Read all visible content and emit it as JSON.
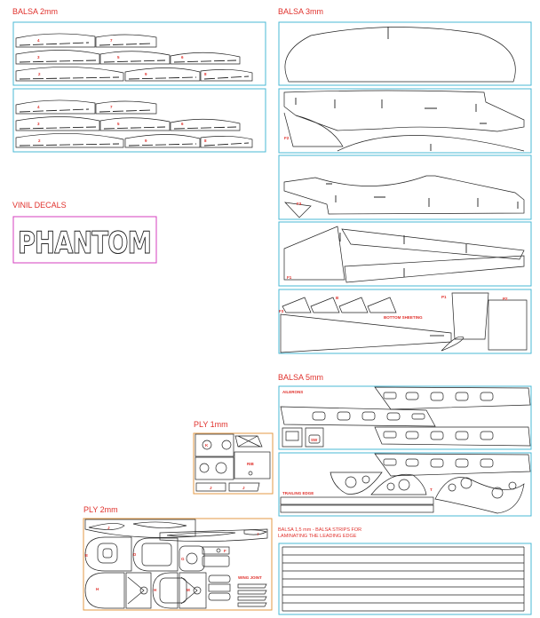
{
  "sheets": {
    "balsa_2mm": "BALSA 2mm",
    "balsa_3mm": "BALSA 3mm",
    "vinil_decals": "VINIL DECALS",
    "balsa_5mm": "BALSA 5mm",
    "ply_1mm": "PLY 1mm",
    "ply_2mm": "PLY 2mm",
    "balsa_strips_line1": "BALSA 1,5 mm - BALSA STRIPS FOR",
    "balsa_strips_line2": "LAMINATING THE LEADING EDGE"
  },
  "ribs": [
    "4",
    "7",
    "3",
    "5",
    "6",
    "2",
    "9",
    "8"
  ],
  "decal_text": "PHANTOM",
  "part_labels": {
    "f1": "F1",
    "f2": "F2",
    "f3": "F3",
    "b": "B",
    "p1": "P1",
    "p2": "P2",
    "bottom_sheeting": "BOTTOM SHEETING",
    "ailerons": "AILERONS",
    "sw": "SW",
    "trailing_edge": "TRAILING EDGE",
    "t": "T",
    "k": "K",
    "rib": "RIB",
    "j": "J",
    "wing_joint": "WING JOINT",
    "e": "E",
    "i": "I",
    "f": "F",
    "d": "D",
    "g": "G",
    "h": "H",
    "m": "M"
  },
  "colors": {
    "label": "#e0312c",
    "balsa_frame": "#4ab8d4",
    "ply_frame": "#e39a45",
    "decal_frame": "#d43fbf"
  }
}
